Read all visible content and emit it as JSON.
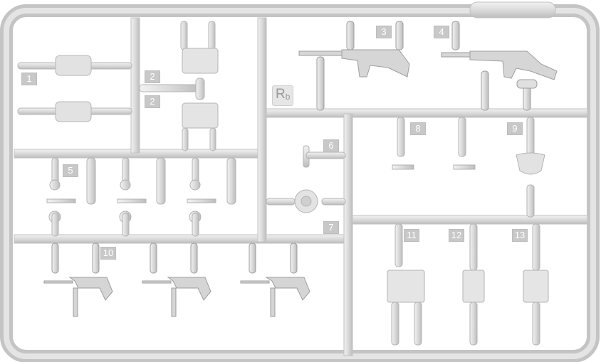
{
  "sprue": {
    "letter": "R",
    "suffix": "b"
  },
  "part_numbers": {
    "p1": "1",
    "p2a": "2",
    "p2b": "2",
    "p3": "3",
    "p4": "4",
    "p5": "5",
    "p6": "6",
    "p7": "7",
    "p8": "8",
    "p9": "9",
    "p10": "10",
    "p11": "11",
    "p12": "12",
    "p13": "13"
  },
  "colors": {
    "plastic": "#d9d9d9",
    "plastic_light": "#ececec",
    "plastic_dark": "#b8b8b8",
    "background": "#ffffff"
  }
}
